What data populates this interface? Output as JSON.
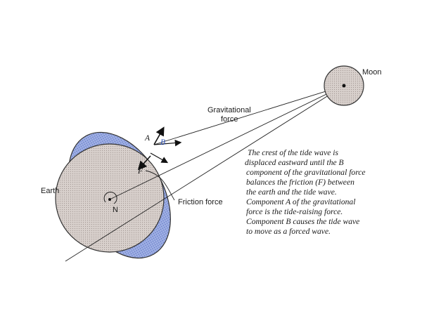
{
  "labels": {
    "moon": "Moon",
    "gravitational": [
      "Gravitational",
      "force"
    ],
    "earth": "Earth",
    "friction": "Friction force",
    "component_a": "A",
    "component_b": "B",
    "friction_f": "F",
    "north_pole": "N"
  },
  "caption": [
    "The crest of the tide wave is",
    "displaced eastward until the B",
    "component of the gravitational force",
    "balances the friction (F) between",
    "the earth and the tide wave.",
    "Component A of the gravitational",
    "force is the tide-raising force.",
    "Component B causes the tide wave",
    "to move as a forced wave."
  ],
  "colors": {
    "tide_bulge": "#8a9ad8",
    "earth_fill": "#cfc6c2",
    "moon_fill": "#cfc6c2",
    "component_b_label": "#2a4fb5"
  }
}
